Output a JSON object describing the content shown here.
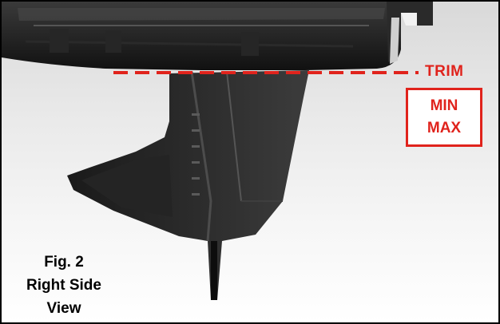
{
  "figure": {
    "trim_label": "TRIM",
    "min_label": "MIN",
    "max_label": "MAX",
    "caption_line1": "Fig. 2",
    "caption_line2": "Right Side",
    "caption_line3": "View"
  },
  "colors": {
    "annotation_red": "#e0231c",
    "part_dark": "#1c1c1c"
  },
  "icons": {
    "trim_line": "dashed-line"
  }
}
